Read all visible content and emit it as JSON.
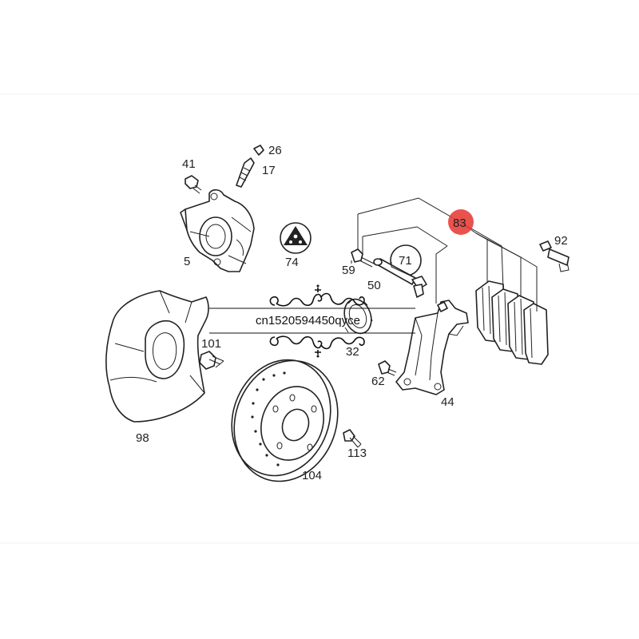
{
  "diagram": {
    "labels": {
      "p5": "5",
      "p17": "17",
      "p26": "26",
      "p32": "32",
      "p41": "41",
      "p44": "44",
      "p50": "50",
      "p59": "59",
      "p62": "62",
      "p71": "71",
      "p74": "74",
      "p83": "83",
      "p92": "92",
      "p98": "98",
      "p101": "101",
      "p104": "104",
      "p113": "113"
    },
    "highlight_color": "#e8403a"
  },
  "watermark": {
    "text": "cn1520594450qyce"
  }
}
